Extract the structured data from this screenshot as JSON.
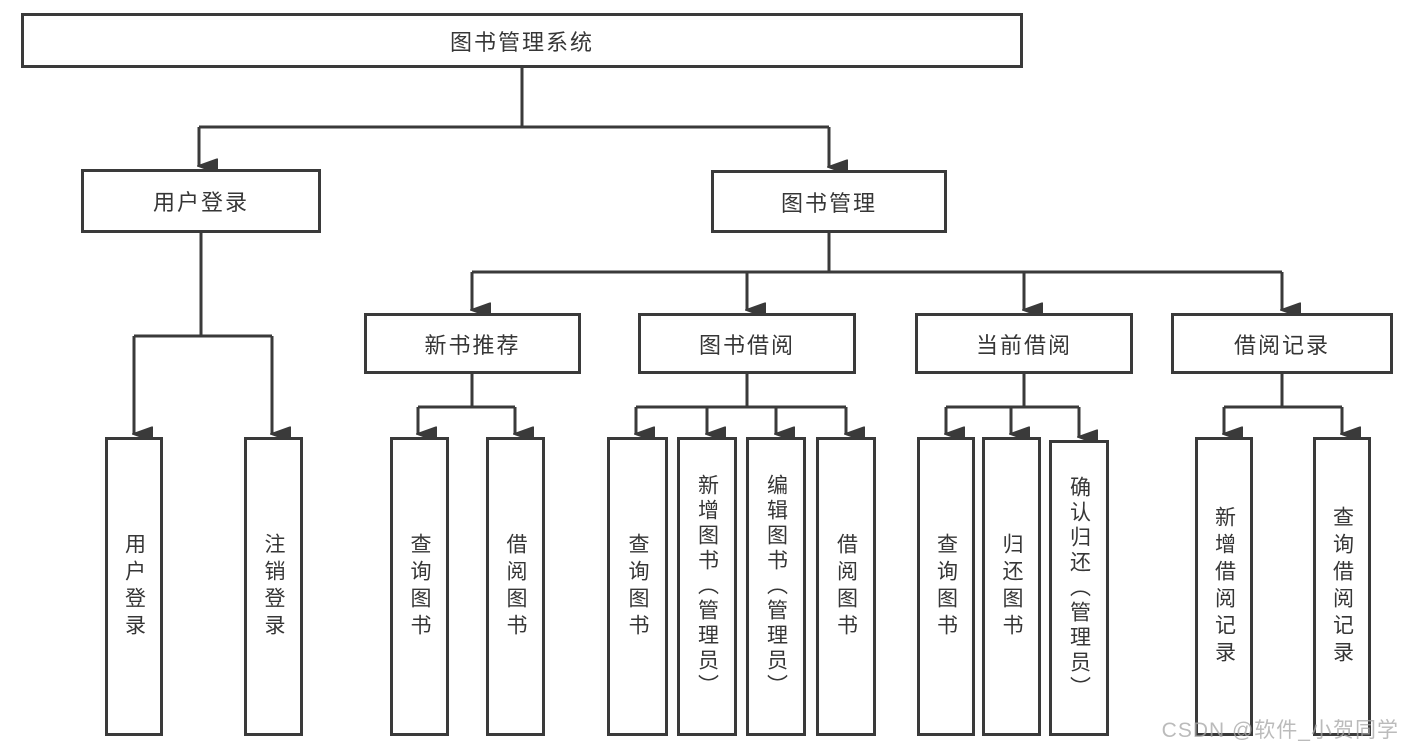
{
  "diagram_title": "图书管理系统",
  "tree": {
    "label": "图书管理系统",
    "children": [
      {
        "label": "用户登录",
        "children": [
          {
            "label": "用户登录"
          },
          {
            "label": "注销登录"
          }
        ]
      },
      {
        "label": "图书管理",
        "children": [
          {
            "label": "新书推荐",
            "children": [
              {
                "label": "查询图书"
              },
              {
                "label": "借阅图书"
              }
            ]
          },
          {
            "label": "图书借阅",
            "children": [
              {
                "label": "查询图书"
              },
              {
                "label": "新增图书（管理员）"
              },
              {
                "label": "编辑图书（管理员）"
              },
              {
                "label": "借阅图书"
              }
            ]
          },
          {
            "label": "当前借阅",
            "children": [
              {
                "label": "查询图书"
              },
              {
                "label": "归还图书"
              },
              {
                "label": "确认归还（管理员）"
              }
            ]
          },
          {
            "label": "借阅记录",
            "children": [
              {
                "label": "新增借阅记录"
              },
              {
                "label": "查询借阅记录"
              }
            ]
          }
        ]
      }
    ]
  },
  "watermark": "CSDN @软件_小贺同学",
  "colors": {
    "line": "#3a3a3a",
    "box_border": "#3a3a3a",
    "text": "#363636",
    "background": "#ffffff",
    "watermark": "#a8a8a8"
  }
}
